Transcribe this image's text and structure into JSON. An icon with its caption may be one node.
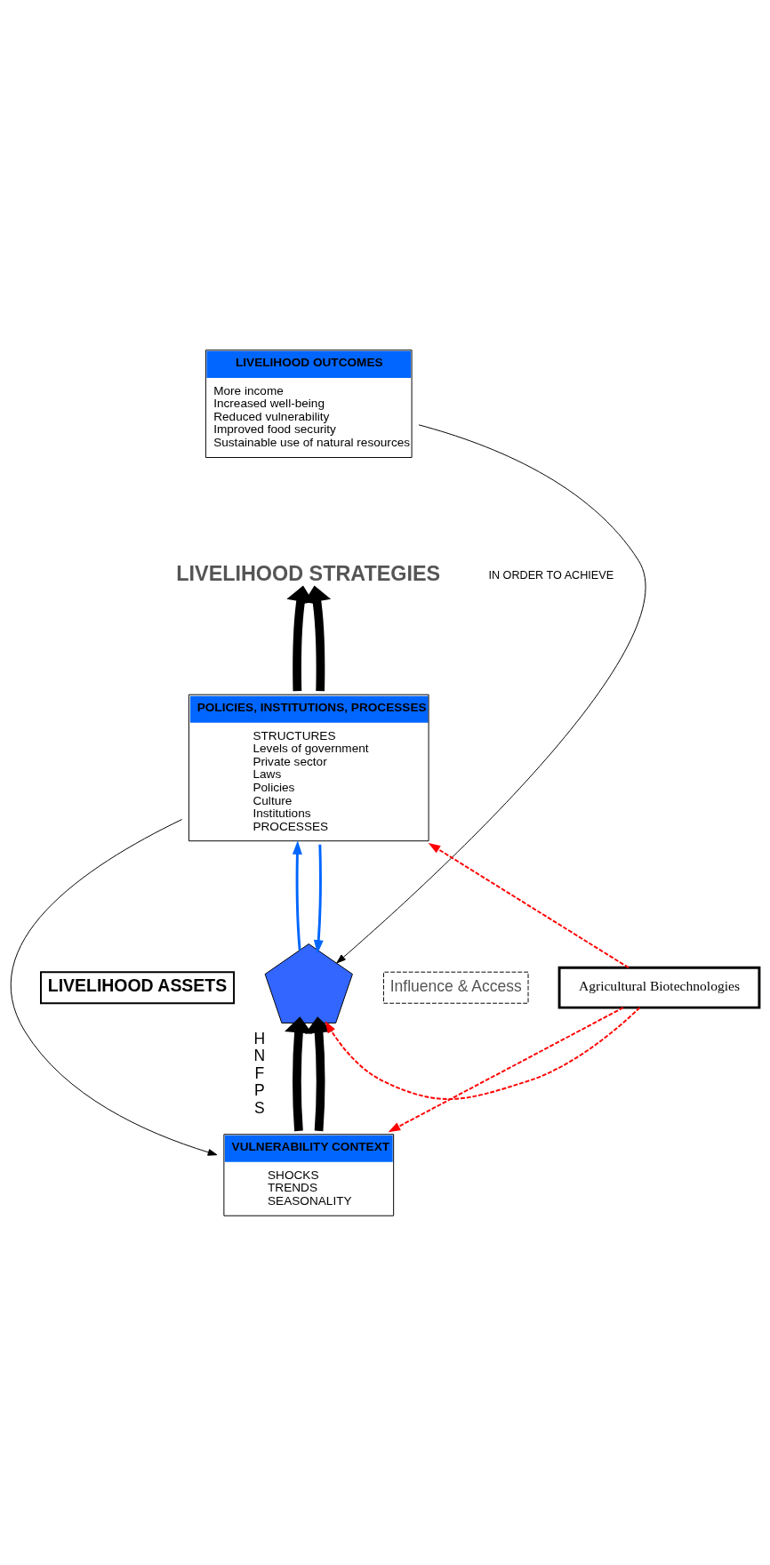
{
  "diagram": {
    "nodes": [
      {
        "text": [
          "VULNERABILITY CONTEXT",
          "SHOCKS",
          "TRENDS",
          "SEASONALITY"
        ]
      },
      {
        "text": [
          "LIVELIHOOD ASSETS"
        ]
      },
      {
        "text": [],
        "shape": "pentagon",
        "beside": [
          "H",
          "N",
          "F",
          "P",
          "S"
        ]
      },
      {
        "text": [
          "Influence & Access"
        ]
      },
      {
        "text": [
          "POLICIES, INSTITUTIONS, PROCESSES",
          "STRUCTURES",
          "Levels of government",
          "Private sector",
          "Laws",
          "Policies",
          "Culture",
          "Institutions",
          "PROCESSES"
        ]
      },
      {
        "text": [
          "LIVELIHOOD STRATEGIES"
        ]
      },
      {
        "text": [
          "LIVELIHOOD OUTCOMES",
          "More income",
          "Increased well-being",
          "Reduced vulnerability",
          "Improved food security",
          "Sustainable use of natural resources"
        ]
      },
      {
        "text": [
          "Agricultural Biotechnologies"
        ]
      }
    ],
    "edges": [
      {
        "from": 0,
        "to": 2,
        "arrow": "to",
        "style": "thick"
      },
      {
        "from": 0,
        "to": 2,
        "arrow": "to",
        "style": "thick"
      },
      {
        "from": 2,
        "to": 4,
        "arrow": "to",
        "color": "#0066ff"
      },
      {
        "from": 4,
        "to": 2,
        "arrow": "to",
        "color": "#0066ff"
      },
      {
        "from": 4,
        "to": 5,
        "arrow": "to",
        "style": "thick"
      },
      {
        "from": 4,
        "to": 5,
        "arrow": "to",
        "style": "thick"
      },
      {
        "from": 6,
        "to": 2,
        "arrow": "to"
      },
      {
        "from": 4,
        "to": 0,
        "arrow": "to"
      },
      {
        "from": 7,
        "to": 4,
        "arrow": "to",
        "style": "dashed",
        "color": "#ff0000"
      },
      {
        "from": 7,
        "to": 2,
        "arrow": "to",
        "style": "dashed",
        "color": "#ff0000"
      },
      {
        "from": 7,
        "to": 0,
        "arrow": "to",
        "style": "dashed",
        "color": "#ff0000"
      }
    ],
    "labels": [
      "IN ORDER TO ACHIEVE"
    ]
  }
}
